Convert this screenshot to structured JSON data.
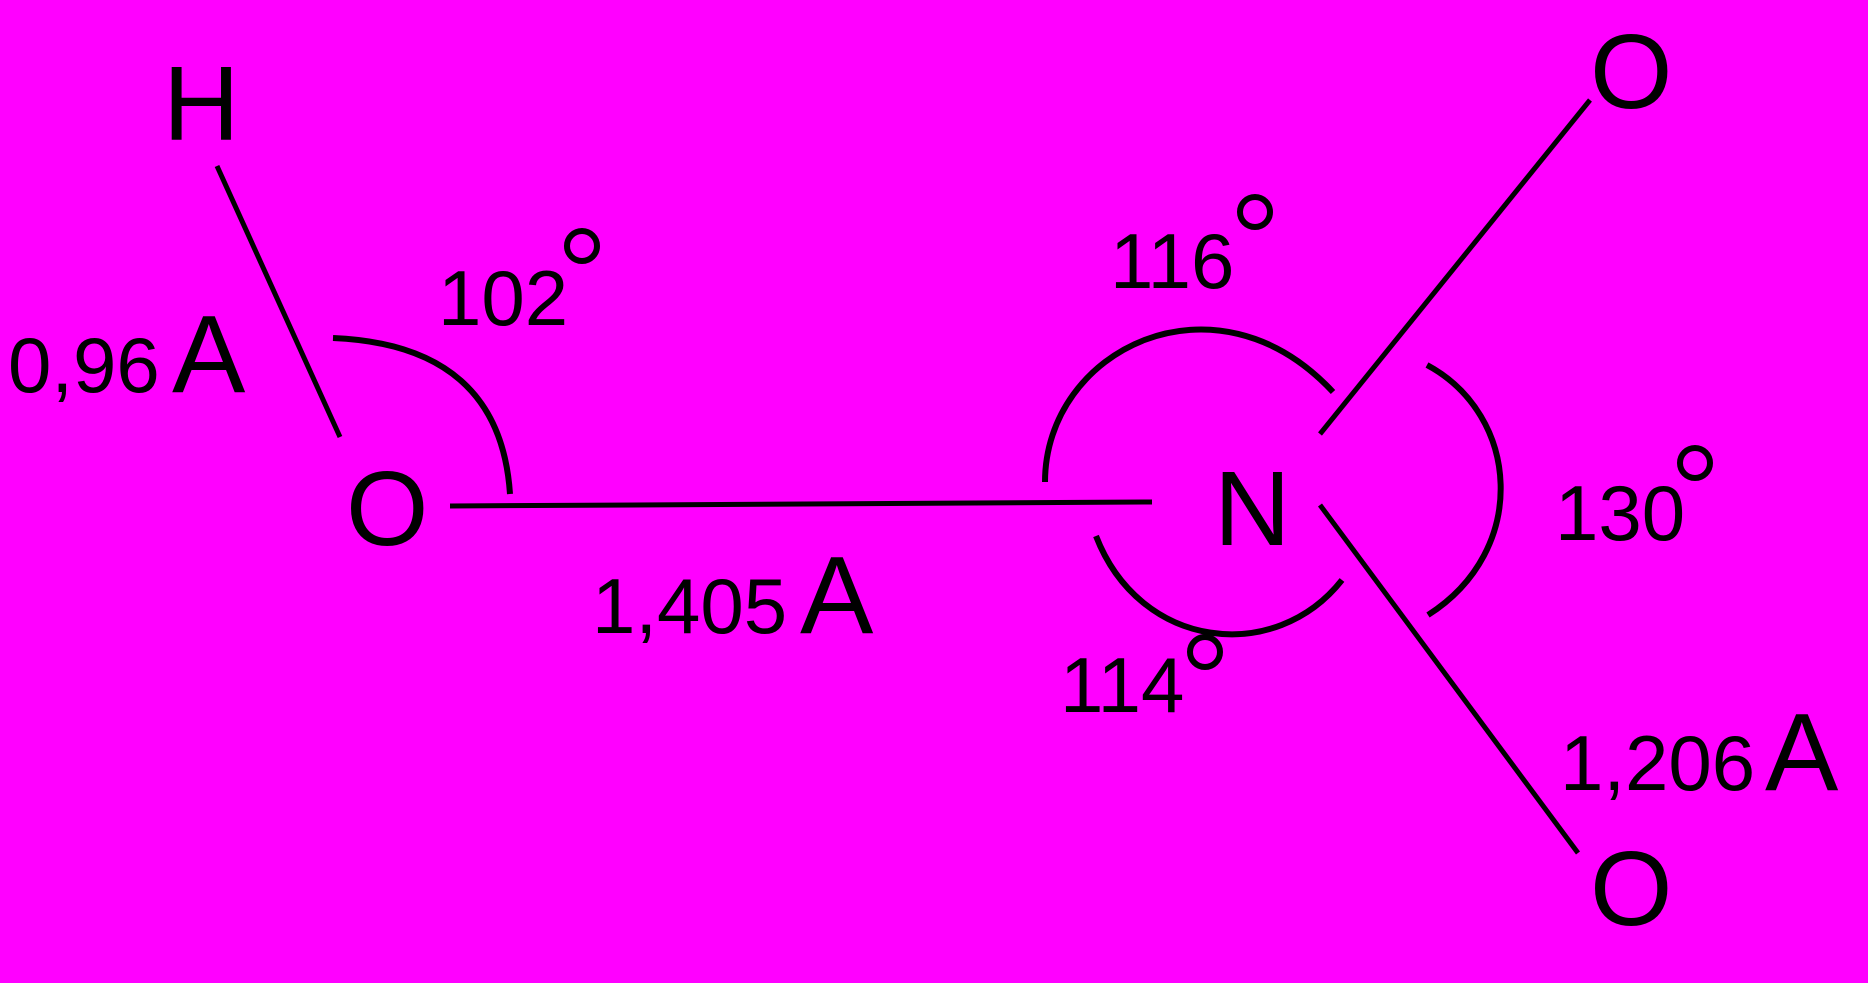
{
  "molecule": {
    "atoms": {
      "hydrogen": "H",
      "oxygen_hydroxyl": "O",
      "nitrogen": "N",
      "oxygen_top": "O",
      "oxygen_bottom": "O"
    },
    "bond_lengths": {
      "o_h": {
        "value": "0,96",
        "unit": "A"
      },
      "o_n": {
        "value": "1,405",
        "unit": "A"
      },
      "n_o": {
        "value": "1,206",
        "unit": "A"
      }
    },
    "angles": {
      "h_o_n": "102",
      "o_n_o_top": "116",
      "o_n_o_bottom": "114",
      "o_n_o": "130"
    }
  },
  "colors": {
    "background": "#ff00ff",
    "ink": "#000000"
  }
}
